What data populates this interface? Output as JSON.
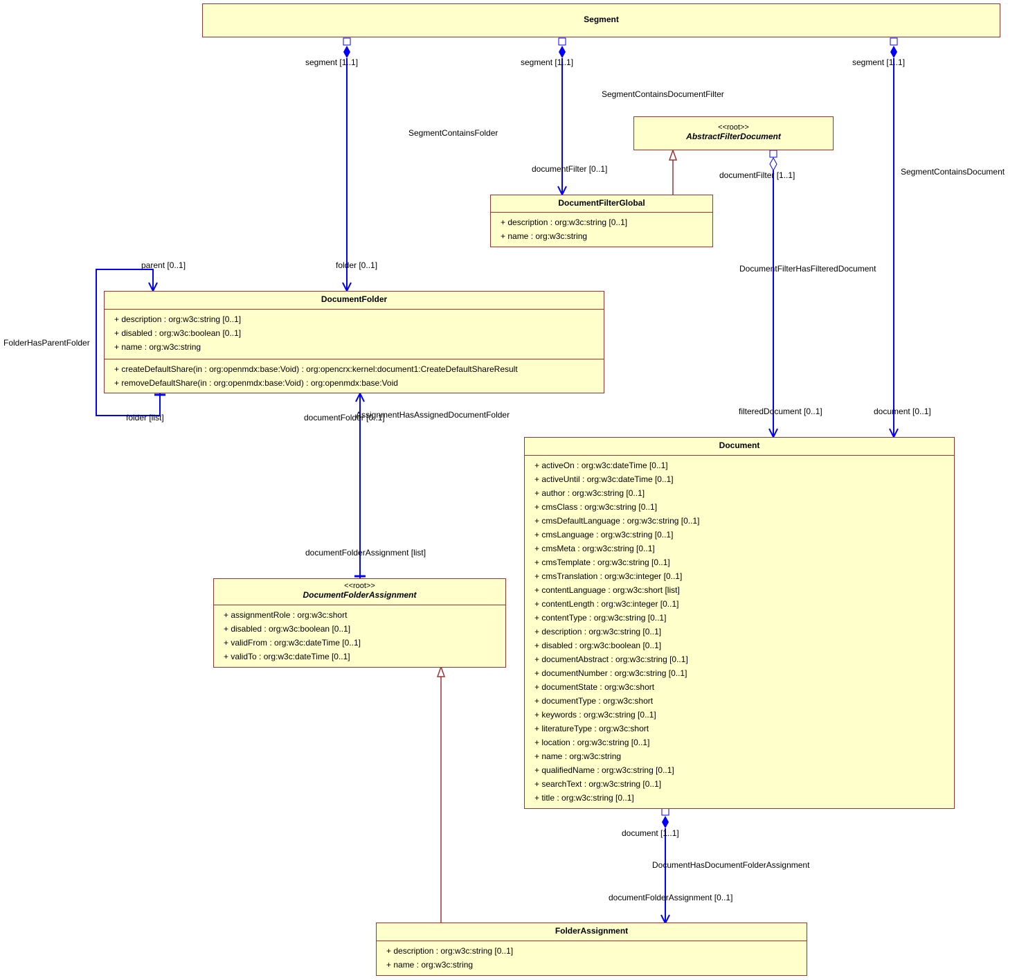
{
  "classes": {
    "segment": {
      "name": "Segment"
    },
    "abstract_filter_document": {
      "stereotype": "<<root>>",
      "name": "AbstractFilterDocument"
    },
    "document_filter_global": {
      "name": "DocumentFilterGlobal",
      "attributes": [
        "+ description : org:w3c:string [0..1]",
        "+ name : org:w3c:string"
      ]
    },
    "document_folder": {
      "name": "DocumentFolder",
      "attributes": [
        "+ description : org:w3c:string [0..1]",
        "+ disabled : org:w3c:boolean [0..1]",
        "+ name : org:w3c:string"
      ],
      "operations": [
        "+ createDefaultShare(in : org:openmdx:base:Void) : org:opencrx:kernel:document1:CreateDefaultShareResult",
        "+ removeDefaultShare(in : org:openmdx:base:Void) : org:openmdx:base:Void"
      ]
    },
    "document_folder_assignment": {
      "stereotype": "<<root>>",
      "name": "DocumentFolderAssignment",
      "attributes": [
        "+ assignmentRole : org:w3c:short",
        "+ disabled : org:w3c:boolean [0..1]",
        "+ validFrom : org:w3c:dateTime [0..1]",
        "+ validTo : org:w3c:dateTime [0..1]"
      ]
    },
    "document": {
      "name": "Document",
      "attributes": [
        "+ activeOn : org:w3c:dateTime [0..1]",
        "+ activeUntil : org:w3c:dateTime [0..1]",
        "+ author : org:w3c:string [0..1]",
        "+ cmsClass : org:w3c:string [0..1]",
        "+ cmsDefaultLanguage : org:w3c:string [0..1]",
        "+ cmsLanguage : org:w3c:string [0..1]",
        "+ cmsMeta : org:w3c:string [0..1]",
        "+ cmsTemplate : org:w3c:string [0..1]",
        "+ cmsTranslation : org:w3c:integer [0..1]",
        "+ contentLanguage : org:w3c:short [list]",
        "+ contentLength : org:w3c:integer [0..1]",
        "+ contentType : org:w3c:string [0..1]",
        "+ description : org:w3c:string [0..1]",
        "+ disabled : org:w3c:boolean [0..1]",
        "+ documentAbstract : org:w3c:string [0..1]",
        "+ documentNumber : org:w3c:string [0..1]",
        "+ documentState : org:w3c:short",
        "+ documentType : org:w3c:short",
        "+ keywords : org:w3c:string [0..1]",
        "+ literatureType : org:w3c:short",
        "+ location : org:w3c:string [0..1]",
        "+ name : org:w3c:string",
        "+ qualifiedName : org:w3c:string [0..1]",
        "+ searchText : org:w3c:string [0..1]",
        "+ title : org:w3c:string [0..1]"
      ]
    },
    "folder_assignment": {
      "name": "FolderAssignment",
      "attributes": [
        "+ description : org:w3c:string [0..1]",
        "+ name : org:w3c:string"
      ]
    }
  },
  "labels": {
    "seg_folder_end": "segment [1..1]",
    "seg_filter_end": "segment [1..1]",
    "seg_doc_end": "segment [1..1]",
    "assoc_segment_contains_folder": "SegmentContainsFolder",
    "assoc_segment_contains_document_filter": "SegmentContainsDocumentFilter",
    "assoc_segment_contains_document": "SegmentContainsDocument",
    "document_filter_end": "documentFilter [0..1]",
    "document_filter_agg_end": "documentFilter [1..1]",
    "assoc_document_filter_has_filtered_document": "DocumentFilterHasFilteredDocument",
    "filtered_document_end": "filteredDocument [0..1]",
    "document_end": "document [0..1]",
    "parent_end": "parent [0..1]",
    "folder_end": "folder [0..1]",
    "assoc_folder_has_parent_folder": "FolderHasParentFolder",
    "folder_list_end": "folder [list]",
    "document_folder_end": "documentFolder [0..1]",
    "assoc_assignment_has_assigned_document_folder": "AssignmentHasAssignedDocumentFolder",
    "document_folder_assignment_list_end": "documentFolderAssignment [list]",
    "document_one_end": "document [1..1]",
    "assoc_document_has_document_folder_assignment": "DocumentHasDocumentFolderAssignment",
    "document_folder_assignment_end": "documentFolderAssignment [0..1]"
  },
  "colors": {
    "association": "#0000ff",
    "border": "#993333",
    "fill": "#ffffcc"
  }
}
